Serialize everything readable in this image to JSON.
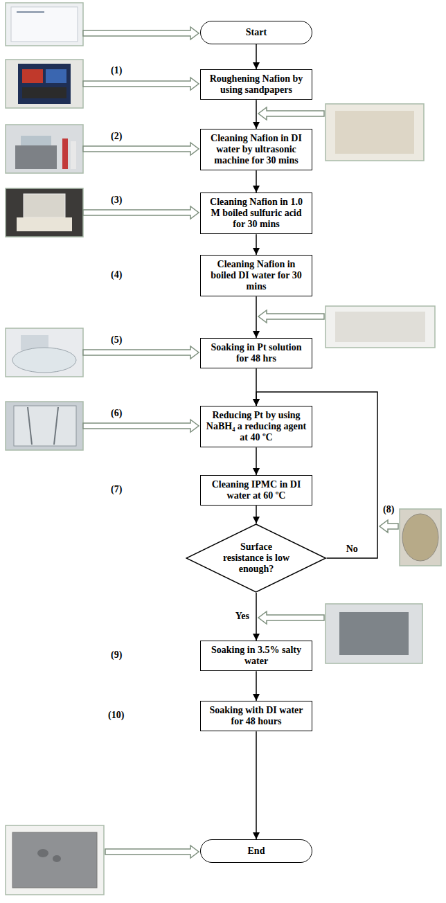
{
  "diagram": {
    "nodes": [
      {
        "text": [
          "Start"
        ]
      },
      {
        "text": [
          "Roughening Nafion by using sandpapers"
        ]
      },
      {
        "text": [
          "Cleaning Nafion in DI water by ultrasonic machine for 30 mins"
        ]
      },
      {
        "text": [
          "Cleaning Nafion in 1.0 M boiled sulfuric acid for 30 mins"
        ]
      },
      {
        "text": [
          "Cleaning Nafion in boiled DI water for 30 mins"
        ]
      },
      {
        "text": [
          "Soaking in Pt solution for 48 hrs"
        ]
      },
      {
        "text": [
          "Reducing Pt by using NaBH₄ a reducing agent at 40 ºC"
        ]
      },
      {
        "text": [
          "Cleaning IPMC in DI water at 60 ºC"
        ]
      },
      {
        "text": [
          "Surface resistance is low enough?"
        ]
      },
      {
        "text": [
          "Soaking in 3.5% salty water"
        ]
      },
      {
        "text": [
          "Soaking with DI water for 48 hours"
        ]
      },
      {
        "text": [
          "End"
        ]
      }
    ],
    "edges": [
      {
        "from": 0,
        "to": 1,
        "arrow": "to"
      },
      {
        "from": 1,
        "to": 2,
        "arrow": "to"
      },
      {
        "from": 2,
        "to": 3,
        "arrow": "to"
      },
      {
        "from": 3,
        "to": 4,
        "arrow": "to"
      },
      {
        "from": 4,
        "to": 5,
        "arrow": "to"
      },
      {
        "from": 5,
        "to": 6,
        "arrow": "to"
      },
      {
        "from": 6,
        "to": 7,
        "arrow": "to"
      },
      {
        "from": 7,
        "to": 8,
        "arrow": "to"
      },
      {
        "from": 8,
        "to": 6,
        "label": "No",
        "arrow": "to"
      },
      {
        "from": 8,
        "to": 9,
        "label": "Yes",
        "arrow": "to"
      },
      {
        "from": 9,
        "to": 10,
        "arrow": "to"
      },
      {
        "from": 10,
        "to": 11,
        "arrow": "to"
      }
    ],
    "labels": [
      "(1)",
      "(2)",
      "(3)",
      "(4)",
      "(5)",
      "(6)",
      "(7)",
      "(8)",
      "(9)",
      "(10)"
    ]
  }
}
